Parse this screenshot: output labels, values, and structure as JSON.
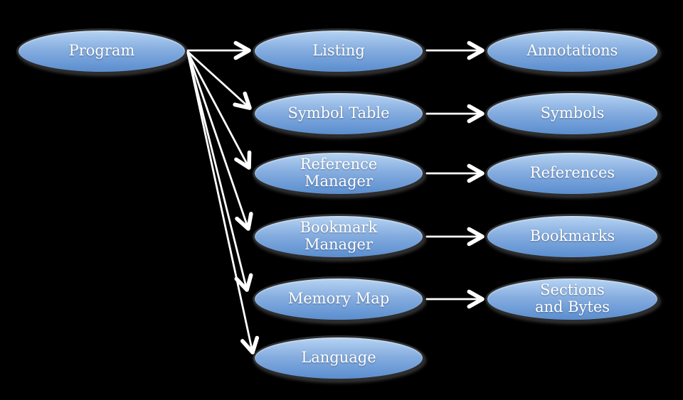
{
  "diagram": {
    "type": "hierarchy-flow",
    "background_note": "black canvas with blue gradient ellipse nodes and white open-head arrows",
    "colors": {
      "bg": "#000000",
      "node_top": "#b6d3f2",
      "node_mid": "#84acdf",
      "node_bottom": "#5a8ecf",
      "node_border": "#2e2e2e",
      "text": "#ffffff",
      "arrow": "#ffffff"
    },
    "program": {
      "label": "Program"
    },
    "rows": [
      {
        "middle": {
          "label": "Listing"
        },
        "right": {
          "label": "Annotations"
        }
      },
      {
        "middle": {
          "label": "Symbol Table"
        },
        "right": {
          "label": "Symbols"
        }
      },
      {
        "middle": {
          "label": "Reference Manager"
        },
        "right": {
          "label": "References"
        }
      },
      {
        "middle": {
          "label": "Bookmark Manager"
        },
        "right": {
          "label": "Bookmarks"
        }
      },
      {
        "middle": {
          "label": "Memory Map"
        },
        "right": {
          "label": "Sections and Bytes"
        }
      },
      {
        "middle": {
          "label": "Language"
        }
      }
    ],
    "edges": [
      {
        "from": "Program",
        "to": "Listing"
      },
      {
        "from": "Program",
        "to": "Symbol Table"
      },
      {
        "from": "Program",
        "to": "Reference Manager"
      },
      {
        "from": "Program",
        "to": "Bookmark Manager"
      },
      {
        "from": "Program",
        "to": "Memory Map"
      },
      {
        "from": "Program",
        "to": "Language"
      },
      {
        "from": "Listing",
        "to": "Annotations"
      },
      {
        "from": "Symbol Table",
        "to": "Symbols"
      },
      {
        "from": "Reference Manager",
        "to": "References"
      },
      {
        "from": "Bookmark Manager",
        "to": "Bookmarks"
      },
      {
        "from": "Memory Map",
        "to": "Sections and Bytes"
      }
    ]
  }
}
